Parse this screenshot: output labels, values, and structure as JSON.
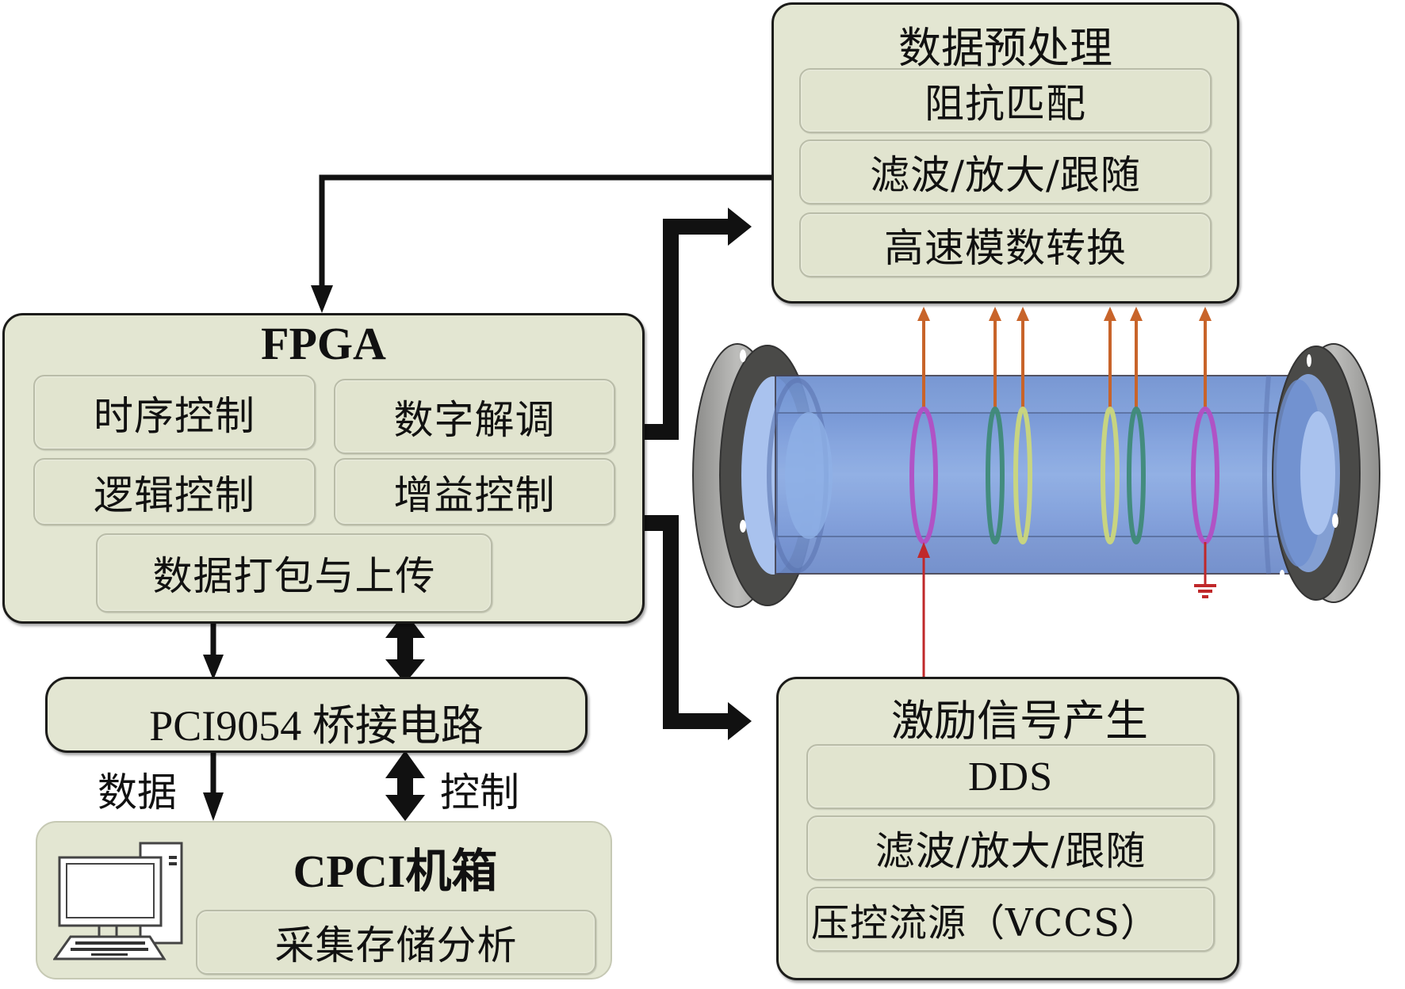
{
  "preprocessing": {
    "title": "数据预处理",
    "items": [
      "阻抗匹配",
      "滤波/放大/跟随",
      "高速模数转换"
    ]
  },
  "fpga": {
    "title": "FPGA",
    "items": [
      "时序控制",
      "数字解调",
      "逻辑控制",
      "增益控制",
      "数据打包与上传"
    ]
  },
  "pci_bridge": {
    "title": "PCI9054 桥接电路"
  },
  "links": {
    "data_label": "数据",
    "control_label": "控制"
  },
  "cpci": {
    "title": "CPCI机箱",
    "item": "采集存储分析",
    "icon": "desktop-computer-icon"
  },
  "excitation": {
    "title": "激励信号产生",
    "items": [
      "DDS",
      "滤波/放大/跟随",
      "压控流源（VCCS）"
    ]
  },
  "sensor": {
    "icon": "pipe-sensor-with-ring-electrodes",
    "electrodes": [
      {
        "role": "excitation",
        "color": "#b24fc4"
      },
      {
        "role": "measure",
        "color": "#3f8a78"
      },
      {
        "role": "measure",
        "color": "#cbd77c"
      },
      {
        "role": "measure",
        "color": "#cbd77c"
      },
      {
        "role": "measure",
        "color": "#3f8a78"
      },
      {
        "role": "ground",
        "color": "#b24fc4"
      }
    ],
    "signal_out_color": "#c8642a",
    "excitation_in_color": "#c0282a",
    "ground_color": "#c0282a"
  },
  "colors": {
    "box_fill": "#e3e6d2",
    "box_border": "#1c1c1a",
    "pipe_blue": "#7f9fd8",
    "flange_gray": "#9a9a98",
    "flange_dark": "#4a4a48"
  }
}
